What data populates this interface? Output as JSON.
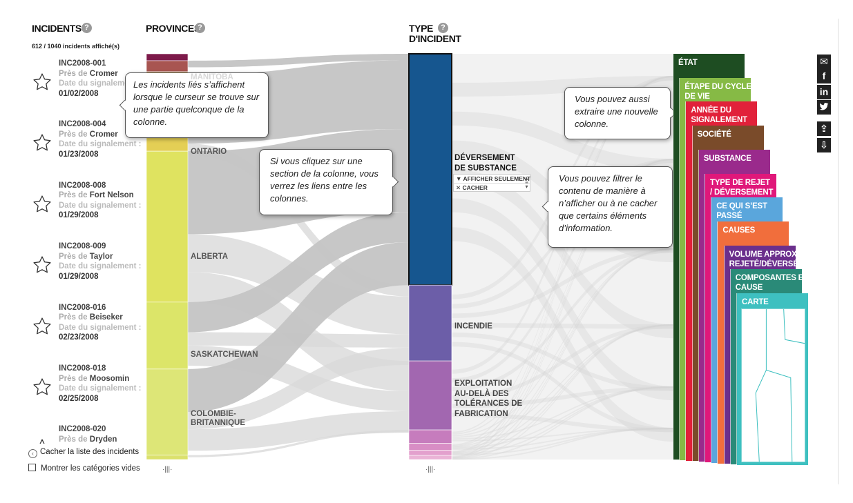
{
  "headers": {
    "incidents": "INCIDENTS",
    "provinces": "PROVINCES",
    "type_line1": "TYPE",
    "type_line2": "D'INCIDENT",
    "help_glyph": "?"
  },
  "count_text": "612 / 1040 incidents affiché(s)",
  "incidents": [
    {
      "id": "INC2008-001",
      "pres": "Près de",
      "place": "Cromer",
      "date_label": "Date du signalement :",
      "date": "01/02/2008"
    },
    {
      "id": "INC2008-004",
      "pres": "Près de",
      "place": "Cromer",
      "date_label": "Date du signalement :",
      "date": "01/23/2008"
    },
    {
      "id": "INC2008-008",
      "pres": "Près de",
      "place": "Fort Nelson",
      "date_label": "Date du signalement :",
      "date": "01/29/2008"
    },
    {
      "id": "INC2008-009",
      "pres": "Près de",
      "place": "Taylor",
      "date_label": "Date du signalement :",
      "date": "01/29/2008"
    },
    {
      "id": "INC2008-016",
      "pres": "Près de",
      "place": "Beiseker",
      "date_label": "Date du signalement :",
      "date": "02/23/2008"
    },
    {
      "id": "INC2008-018",
      "pres": "Près de",
      "place": "Moosomin",
      "date_label": "Date du signalement :",
      "date": "02/25/2008"
    },
    {
      "id": "INC2008-020",
      "pres": "Près de",
      "place": "Dryden",
      "date_label": "Date du signalement :",
      "date": ""
    }
  ],
  "footer": {
    "hide_list": "Cacher la liste des incidents",
    "show_empty": "Montrer les catégories vides"
  },
  "provinces": [
    {
      "label": "",
      "color": "#7d1a4a",
      "share": 0.017
    },
    {
      "label": "MANITOBA",
      "color": "#a85551",
      "share": 0.027
    },
    {
      "label": "",
      "color": "#cf9b4c",
      "share": 0.008
    },
    {
      "label": "ONTARIO",
      "color": "#e4cf55",
      "share": 0.188
    },
    {
      "label": "ALBERTA",
      "color": "#dfe360",
      "share": 0.372
    },
    {
      "label": "SASKATCHEWAN",
      "color": "#dce569",
      "share": 0.165
    },
    {
      "label": "COLOMBIE-\nBRITANNIQUE",
      "color": "#dde677",
      "share": 0.212
    },
    {
      "label": "",
      "color": "#dbe16d",
      "share": 0.011
    }
  ],
  "incident_types": [
    {
      "label": "DÉVERSEMENT\nDE SUBSTANCE",
      "color": "#16568f",
      "share": 0.57
    },
    {
      "label": "INCENDIE",
      "color": "#6c5ea8",
      "share": 0.187
    },
    {
      "label": "EXPLOITATION\nAU-DELÀ DES\nTOLÉRANCES DE\nFABRICATION",
      "color": "#a267b0",
      "share": 0.17
    },
    {
      "label": "",
      "color": "#c67cbd",
      "share": 0.033
    },
    {
      "label": "",
      "color": "#d88dc5",
      "share": 0.017
    },
    {
      "label": "",
      "color": "#e3a0cd",
      "share": 0.013
    },
    {
      "label": "",
      "color": "#eab3d6",
      "share": 0.01
    }
  ],
  "filter_options": {
    "show_only": "AFFICHER SEULEMENT",
    "hide": "CACHER"
  },
  "bubbles": {
    "linked": "Les incidents liés s’affichent lorsque le curseur se trouve sur une partie quelconque de la colonne.",
    "click": "Si vous cliquez sur une section de la colonne, vous verrez les liens entre les colonnes.",
    "extract": "Vous pouvez aussi extraire une nouvelle colonne.",
    "filter": "Vous pouvez filtrer le contenu de manière à n’afficher ou à ne cacher que certains éléments d’information."
  },
  "cards": [
    {
      "label": "ÉTAT",
      "color": "#1e4d22"
    },
    {
      "label": "ÉTAPE DU CYCLE\nDE VIE",
      "color": "#86ba45"
    },
    {
      "label": "ANNÉE DU\nSIGNALEMENT",
      "color": "#e1213a"
    },
    {
      "label": "SOCIÉTÉ",
      "color": "#7a4b2a"
    },
    {
      "label": "SUBSTANCE",
      "color": "#9a2a8c"
    },
    {
      "label": "TYPE DE REJET\n/ DÉVERSEMENT",
      "color": "#e0187a"
    },
    {
      "label": "CE QUI S’EST\nPASSÉ",
      "color": "#5aa6dc"
    },
    {
      "label": "CAUSES",
      "color": "#f16e3c"
    },
    {
      "label": "VOLUME APPROX.\nREJETÉ/DÉVERSÉ",
      "color": "#6b2f8c"
    },
    {
      "label": "COMPOSANTES EN\nCAUSE",
      "color": "#2a8a78"
    },
    {
      "label": "CARTE",
      "color": "#3ec0c0"
    }
  ],
  "share_icons": [
    {
      "name": "email-icon",
      "glyph": "✉"
    },
    {
      "name": "facebook-icon",
      "glyph": "f"
    },
    {
      "name": "linkedin-icon",
      "glyph": "in"
    },
    {
      "name": "twitter-icon",
      "glyph": "🐦"
    },
    {
      "name": "export-image-icon",
      "glyph": "⇪"
    },
    {
      "name": "download-icon",
      "glyph": "⇩"
    }
  ],
  "colors": {
    "flow": "#c8c8c8",
    "flow_faint": "#e6e6e6",
    "accent_border": "#111111"
  }
}
